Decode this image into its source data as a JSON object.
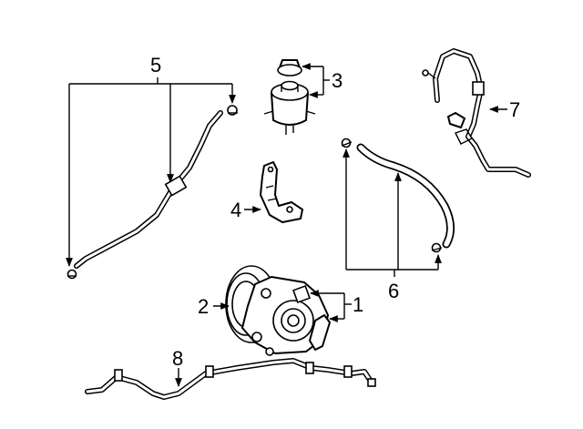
{
  "diagram": {
    "callouts": [
      {
        "id": "1",
        "text": "1"
      },
      {
        "id": "2",
        "text": "2"
      },
      {
        "id": "3",
        "text": "3"
      },
      {
        "id": "4",
        "text": "4"
      },
      {
        "id": "5",
        "text": "5"
      },
      {
        "id": "6",
        "text": "6"
      },
      {
        "id": "7",
        "text": "7"
      },
      {
        "id": "8",
        "text": "8"
      }
    ],
    "parts": [
      {
        "callout": "1",
        "icon": "pump-fitting-arrows"
      },
      {
        "callout": "2",
        "icon": "power-steering-pump-icon"
      },
      {
        "callout": "3",
        "icon": "reservoir-icon"
      },
      {
        "callout": "4",
        "icon": "bracket-icon"
      },
      {
        "callout": "5",
        "icon": "return-hose-icon"
      },
      {
        "callout": "6",
        "icon": "supply-hose-icon"
      },
      {
        "callout": "7",
        "icon": "pressure-line-icon"
      },
      {
        "callout": "8",
        "icon": "cooler-line-icon"
      }
    ],
    "colors": {
      "line": "#000000",
      "background": "#ffffff"
    }
  }
}
